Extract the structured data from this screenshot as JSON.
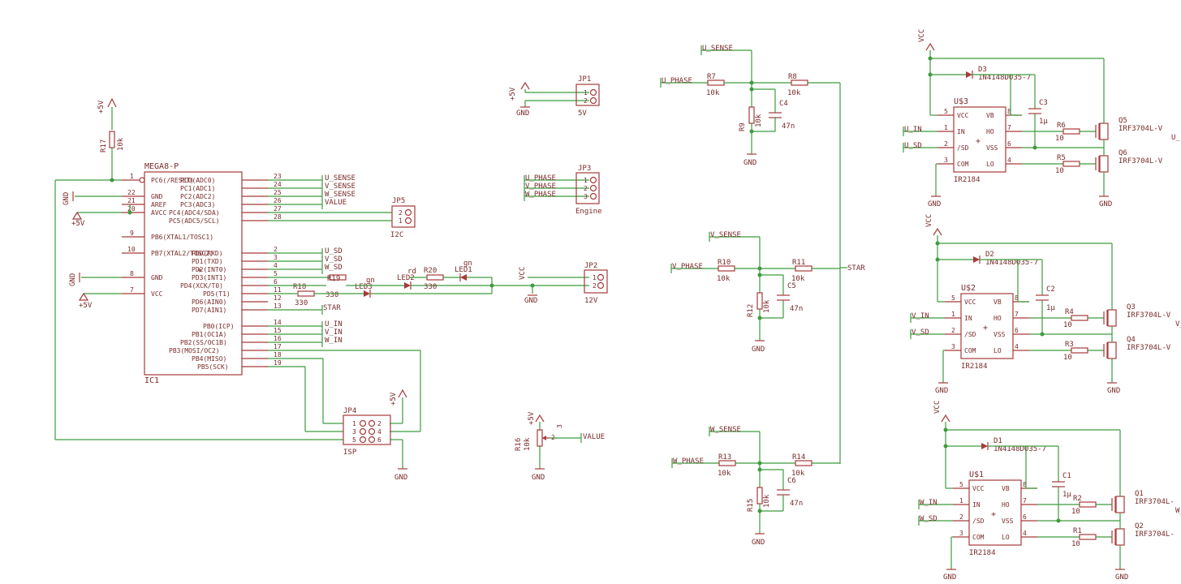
{
  "mcu": {
    "ref": "IC1",
    "value": "MEGA8-P",
    "pins": [
      {
        "num": "1",
        "name": "PC6(/RESET)"
      },
      {
        "num": "22",
        "name": "GND"
      },
      {
        "num": "21",
        "name": "AREF"
      },
      {
        "num": "20",
        "name": "AVCC"
      },
      {
        "num": "9",
        "name": "PB6(XTAL1/TOSC1)"
      },
      {
        "num": "10",
        "name": "PB7(XTAL2/TOSC2)"
      },
      {
        "num": "8",
        "name": "GND"
      },
      {
        "num": "7",
        "name": "VCC"
      },
      {
        "num": "23",
        "name": "PC0(ADC0)"
      },
      {
        "num": "24",
        "name": "PC1(ADC1)"
      },
      {
        "num": "25",
        "name": "PC2(ADC2)"
      },
      {
        "num": "26",
        "name": "PC3(ADC3)"
      },
      {
        "num": "27",
        "name": "PC4(ADC4/SDA)"
      },
      {
        "num": "28",
        "name": "PC5(ADC5/SCL)"
      },
      {
        "num": "2",
        "name": "PD0(RXD)"
      },
      {
        "num": "3",
        "name": "PD1(TXD)"
      },
      {
        "num": "4",
        "name": "PD2(INT0)"
      },
      {
        "num": "5",
        "name": "PD3(INT1)"
      },
      {
        "num": "6",
        "name": "PD4(XCK/T0)"
      },
      {
        "num": "11",
        "name": "PD5(T1)"
      },
      {
        "num": "12",
        "name": "PD6(AIN0)"
      },
      {
        "num": "13",
        "name": "PD7(AIN1)"
      },
      {
        "num": "14",
        "name": "PB0(ICP)"
      },
      {
        "num": "15",
        "name": "PB1(OC1A)"
      },
      {
        "num": "16",
        "name": "PB2(SS/OC1B)"
      },
      {
        "num": "17",
        "name": "PB3(MOSI/OC2)"
      },
      {
        "num": "18",
        "name": "PB4(MISO)"
      },
      {
        "num": "19",
        "name": "PB5(SCK)"
      }
    ],
    "nets_right": [
      "U_SENSE",
      "V_SENSE",
      "W_SENSE",
      "VALUE",
      "U_SD",
      "V_SD",
      "W_SD",
      "STAR",
      "U_IN",
      "V_IN",
      "W_IN"
    ]
  },
  "power": {
    "p5v": "+5V",
    "gnd": "GND",
    "vcc": "VCC"
  },
  "resistors": {
    "r17": {
      "ref": "R17",
      "value": "10k"
    },
    "r18": {
      "ref": "R18",
      "value": "330"
    },
    "r19": {
      "ref": "R19",
      "value": "330"
    },
    "r20": {
      "ref": "R20",
      "value": "330"
    },
    "r16": {
      "ref": "R16",
      "value": "10k",
      "wiper": "2",
      "pin": "3"
    }
  },
  "leds": {
    "led1": {
      "ref": "LED1",
      "color": "gn"
    },
    "led2": {
      "ref": "LED2",
      "color": "rd"
    },
    "led3": {
      "ref": "LED3",
      "color": "gn"
    }
  },
  "connectors": {
    "jp1": {
      "ref": "JP1",
      "label": "5V",
      "pins": [
        "1",
        "2"
      ]
    },
    "jp2": {
      "ref": "JP2",
      "label": "12V",
      "pins": [
        "1",
        "2"
      ]
    },
    "jp3": {
      "ref": "JP3",
      "label": "Engine",
      "pins": [
        "1",
        "2",
        "3"
      ],
      "nets": [
        "U_PHASE",
        "V_PHASE",
        "W_PHASE"
      ]
    },
    "jp4": {
      "ref": "JP4",
      "label": "ISP",
      "pins": [
        "1",
        "2",
        "3",
        "4",
        "5",
        "6"
      ]
    },
    "jp5": {
      "ref": "JP5",
      "label": "I2C",
      "pins": [
        "1",
        "2"
      ]
    }
  },
  "value_net": "VALUE",
  "dividers": [
    {
      "sense": "U_SENSE",
      "phase": "U_PHASE",
      "rin": "R7",
      "rtop": "R8",
      "rbot": "R9",
      "cap": "C4",
      "capval": "47n",
      "rval": "10k"
    },
    {
      "sense": "V_SENSE",
      "phase": "V_PHASE",
      "rin": "R10",
      "rtop": "R11",
      "rbot": "R12",
      "cap": "C5",
      "capval": "47n",
      "rval": "10k"
    },
    {
      "sense": "W_SENSE",
      "phase": "W_PHASE",
      "rin": "R13",
      "rtop": "R14",
      "rbot": "R15",
      "cap": "C6",
      "capval": "47n",
      "rval": "10k"
    }
  ],
  "star_net": "STAR",
  "drivers": [
    {
      "ref": "U$3",
      "chip": "IR2184",
      "in": "U_IN",
      "sd": "U_SD",
      "diode": "D3",
      "cap": "C3",
      "capval": "1µ",
      "rh": "R6",
      "rl": "R5",
      "rval": "10",
      "qh": "Q5",
      "ql": "Q6",
      "qval": "IRF3704L-V"
    },
    {
      "ref": "U$2",
      "chip": "IR2184",
      "in": "V_IN",
      "sd": "V_SD",
      "diode": "D2",
      "cap": "C2",
      "capval": "1µ",
      "rh": "R4",
      "rl": "R3",
      "rval": "10",
      "qh": "Q3",
      "ql": "Q4",
      "qval": "IRF3704L-V"
    },
    {
      "ref": "U$1",
      "chip": "IR2184",
      "in": "W_IN",
      "sd": "W_SD",
      "diode": "D1",
      "cap": "C1",
      "capval": "1µ",
      "rh": "R2",
      "rl": "R1",
      "rval": "10",
      "qh": "Q1",
      "ql": "Q2",
      "qval": "IRF3704L-"
    }
  ],
  "driver_pins": {
    "left": [
      {
        "num": "5",
        "name": "VCC"
      },
      {
        "num": "1",
        "name": "IN"
      },
      {
        "num": "2",
        "name": "/SD"
      },
      {
        "num": "3",
        "name": "COM"
      }
    ],
    "right": [
      {
        "num": "8",
        "name": "VB"
      },
      {
        "num": "7",
        "name": "HO"
      },
      {
        "num": "6",
        "name": "VSS"
      },
      {
        "num": "4",
        "name": "LO"
      }
    ]
  },
  "diode_value": "1N4148DO35-7",
  "cut_labels": {
    "a": "U_",
    "b": "V_",
    "c": "W_"
  }
}
